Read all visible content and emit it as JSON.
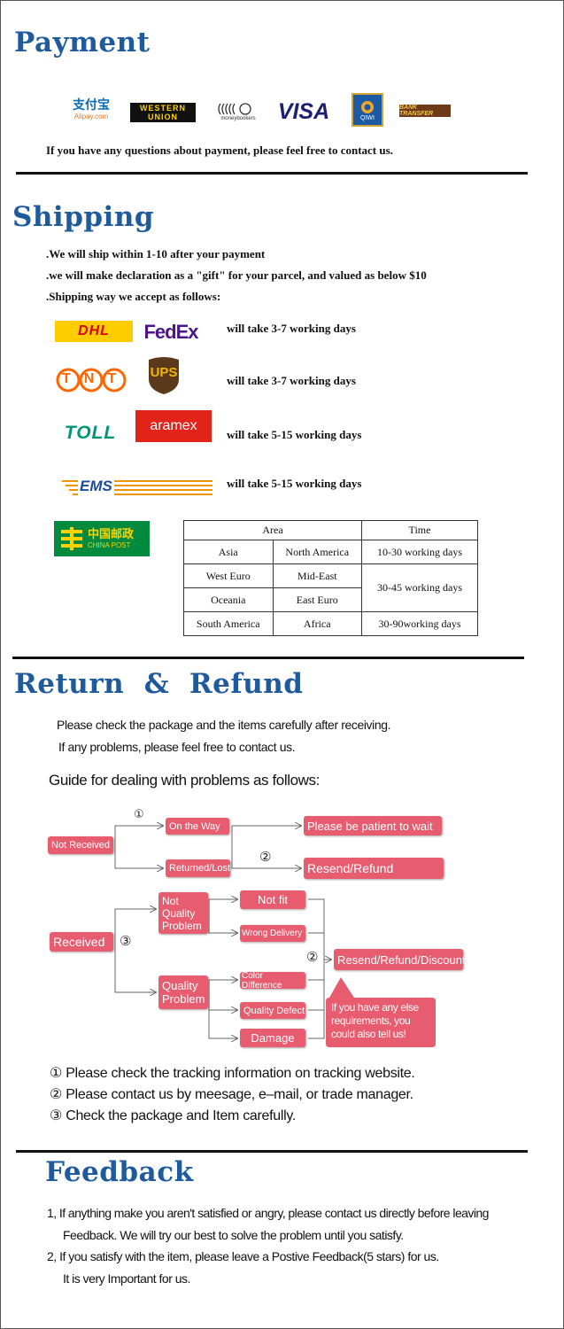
{
  "payment": {
    "title": "Payment",
    "logos": {
      "alipay_cn": "支付宝",
      "alipay_en": "Alipay.com",
      "western_top": "WESTERN",
      "western_bottom": "UNION",
      "moneybookers": "moneybookers",
      "visa": "VISA",
      "qiwi": "QIWI",
      "bank_transfer": "BANK TRANSFER"
    },
    "note": "If you have any questions about payment, please feel free to contact us."
  },
  "shipping": {
    "title": "Shipping",
    "lines": [
      ".We will ship within 1-10 after your payment",
      ".we will make declaration as a \"gift\" for your parcel, and valued as below $10",
      ".Shipping way we accept as follows:"
    ],
    "carriers": [
      {
        "logos": [
          "DHL",
          "FedEx"
        ],
        "text": "will take 3-7 working days"
      },
      {
        "logos": [
          "TNT",
          "UPS"
        ],
        "text": "will take 3-7 working days"
      },
      {
        "logos": [
          "TOLL",
          "aramex"
        ],
        "text": "will take 5-15 working days"
      },
      {
        "logos": [
          "EMS"
        ],
        "text": "will take 5-15 working days"
      }
    ],
    "chinapost": {
      "cn": "中国邮政",
      "en": "CHINA POST"
    },
    "table": {
      "head_area": "Area",
      "head_time": "Time",
      "rows": [
        [
          "Asia",
          "North America",
          "10-30 working days"
        ],
        [
          "West Euro",
          "Mid-East",
          "30-45 working days"
        ],
        [
          "Oceania",
          "East Euro",
          ""
        ],
        [
          "South America",
          "Africa",
          "30-90working days"
        ]
      ]
    }
  },
  "refund": {
    "title": "Return  &  Refund",
    "intro1": "Please check the package and the items carefully after receiving.",
    "intro2": "If any problems, please feel free to contact us.",
    "guide": "Guide for dealing with problems as follows:",
    "flow": {
      "not_received": "Not Received",
      "on_the_way": "On the Way",
      "returned_lost": "Returned/Lost",
      "patient": "Please be patient to wait",
      "resend_refund": "Resend/Refund",
      "received": "Received",
      "not_quality": "Not\nQuality\nProblem",
      "quality": "Quality\nProblem",
      "not_fit": "Not fit",
      "wrong_delivery": "Wrong Delivery",
      "color_difference": "Color Difference",
      "quality_defect": "Quality Defect",
      "damage": "Damage",
      "resend_refund_discount": "Resend/Refund/Discount",
      "bubble": "If you have any else requirements, you could also tell us!",
      "n1": "①",
      "n2": "②",
      "n3": "③"
    },
    "notes": [
      "① Please check the tracking information on tracking website.",
      "② Please contact us by meesage, e–mail, or trade manager.",
      "③ Check the package and Item carefully."
    ]
  },
  "feedback": {
    "title": "Feedback",
    "l1": "1, If anything make you aren't satisfied or angry, please contact us directly before leaving",
    "l2": "Feedback. We will try our best to solve the problem until you satisfy.",
    "l3": "2, If you satisfy with the item, please leave a Postive Feedback(5 stars) for us.",
    "l4": "It is very Important for us."
  },
  "colors": {
    "title_blue": "#1f5a9c",
    "pill_pink": "#e85c70",
    "dhl_yellow": "#ffcc00",
    "dhl_red": "#d40511",
    "fedex_purple": "#4d148c",
    "fedex_orange": "#ff6600",
    "tnt_orange": "#ff6600",
    "ups_brown": "#5a3a1a",
    "ups_gold": "#f5b400",
    "toll_green": "#00957a",
    "aramex_red": "#e2231a",
    "ems_orange": "#f29400",
    "chinapost_green": "#008a3e",
    "visa_blue": "#1a1f71"
  }
}
